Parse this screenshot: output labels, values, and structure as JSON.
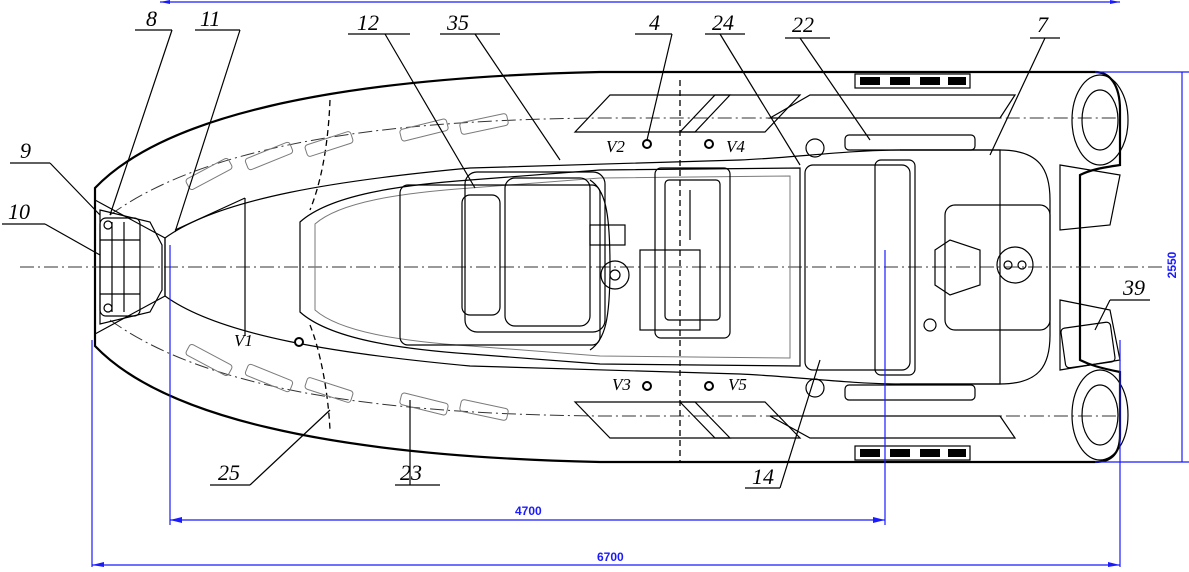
{
  "callouts": {
    "c8": "8",
    "c11": "11",
    "c12": "12",
    "c35": "35",
    "c4": "4",
    "c24": "24",
    "c22": "22",
    "c7": "7",
    "c9": "9",
    "c10": "10",
    "c39": "39",
    "c25": "25",
    "c23": "23",
    "c14": "14"
  },
  "valves": {
    "v1": "V1",
    "v2": "V2",
    "v3": "V3",
    "v4": "V4",
    "v5": "V5"
  },
  "dimensions": {
    "inner_length": "4700",
    "overall_length": "6700",
    "beam": "2550"
  },
  "colors": {
    "dimension": "#1a1aff",
    "line": "#000000"
  }
}
